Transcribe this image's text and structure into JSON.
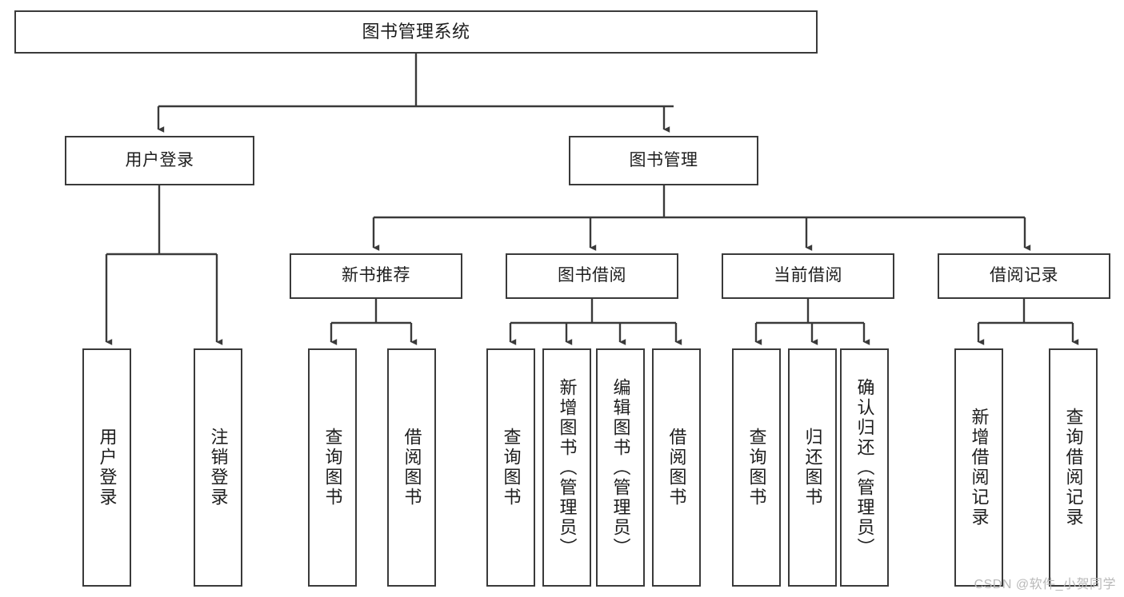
{
  "diagram": {
    "title": "图书管理系统",
    "watermark": "CSDN @软件_小贺同学",
    "colors": {
      "stroke": "#3a3a3a",
      "fill": "#ffffff",
      "text": "#1d1d1d",
      "watermark": "#b9b9b9"
    },
    "nodes": {
      "root": {
        "label": "图书管理系统"
      },
      "level2": [
        {
          "id": "user-login",
          "label": "用户登录"
        },
        {
          "id": "book-management",
          "label": "图书管理"
        }
      ],
      "level3": [
        {
          "id": "new-book-recommend",
          "label": "新书推荐"
        },
        {
          "id": "book-borrow",
          "label": "图书借阅"
        },
        {
          "id": "current-borrow",
          "label": "当前借阅"
        },
        {
          "id": "borrow-record",
          "label": "借阅记录"
        }
      ],
      "leaves": [
        {
          "id": "leaf-user-login",
          "label": "用户登录"
        },
        {
          "id": "leaf-logout-login",
          "label": "注销登录"
        },
        {
          "id": "leaf-query-book-1",
          "label": "查询图书"
        },
        {
          "id": "leaf-borrow-book-1",
          "label": "借阅图书"
        },
        {
          "id": "leaf-query-book-2",
          "label": "查询图书"
        },
        {
          "id": "leaf-add-book",
          "label": "新增图书（管理员）"
        },
        {
          "id": "leaf-edit-book",
          "label": "编辑图书（管理员）"
        },
        {
          "id": "leaf-borrow-book-2",
          "label": "借阅图书"
        },
        {
          "id": "leaf-query-book-3",
          "label": "查询图书"
        },
        {
          "id": "leaf-return-book",
          "label": "归还图书"
        },
        {
          "id": "leaf-confirm-return",
          "label": "确认归还（管理员）"
        },
        {
          "id": "leaf-add-record",
          "label": "新增借阅记录"
        },
        {
          "id": "leaf-query-record",
          "label": "查询借阅记录"
        }
      ]
    }
  }
}
